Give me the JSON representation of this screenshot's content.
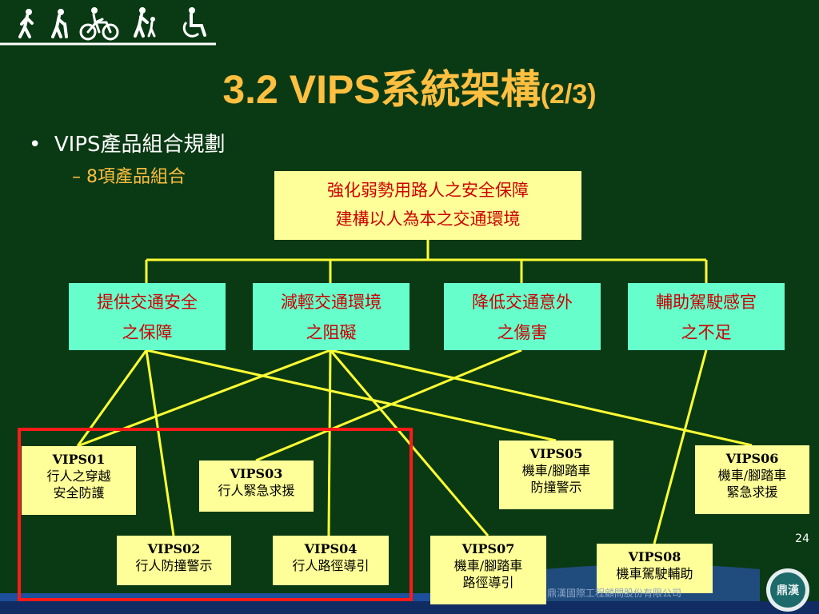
{
  "title": {
    "main": "3.2 VIPS系統架構",
    "suffix": "(2/3)"
  },
  "bullets": {
    "level1": "VIPS產品組合規劃",
    "level2": "8項產品組合"
  },
  "root_box": {
    "line1": "強化弱勢用路人之安全保障",
    "line2": "建構以人為本之交通環境"
  },
  "categories": [
    {
      "line1": "提供交通安全",
      "line2": "之保障"
    },
    {
      "line1": "減輕交通環境",
      "line2": "之阻礙"
    },
    {
      "line1": "降低交通意外",
      "line2": "之傷害"
    },
    {
      "line1": "輔助駕駛感官",
      "line2": "之不足"
    }
  ],
  "products": {
    "vips01": {
      "code": "VIPS01",
      "line1": "行人之穿越",
      "line2": "安全防護"
    },
    "vips02": {
      "code": "VIPS02",
      "line1": "行人防撞警示"
    },
    "vips03": {
      "code": "VIPS03",
      "line1": "行人緊急求援"
    },
    "vips04": {
      "code": "VIPS04",
      "line1": "行人路徑導引"
    },
    "vips05": {
      "code": "VIPS05",
      "line1": "機車/腳踏車",
      "line2": "防撞警示"
    },
    "vips06": {
      "code": "VIPS06",
      "line1": "機車/腳踏車",
      "line2": "緊急求援"
    },
    "vips07": {
      "code": "VIPS07",
      "line1": "機車/腳踏車",
      "line2": "路徑導引"
    },
    "vips08": {
      "code": "VIPS08",
      "line1": "機車駕駛輔助"
    }
  },
  "page_number": "24",
  "footer": {
    "company": "鼎漢國際工程顧問股份有限公司",
    "logo_text": "鼎漢"
  },
  "colors": {
    "background": "#0a3a14",
    "title": "#ffbf40",
    "connector": "#ffff33",
    "highlight": "#ff1a1a"
  }
}
